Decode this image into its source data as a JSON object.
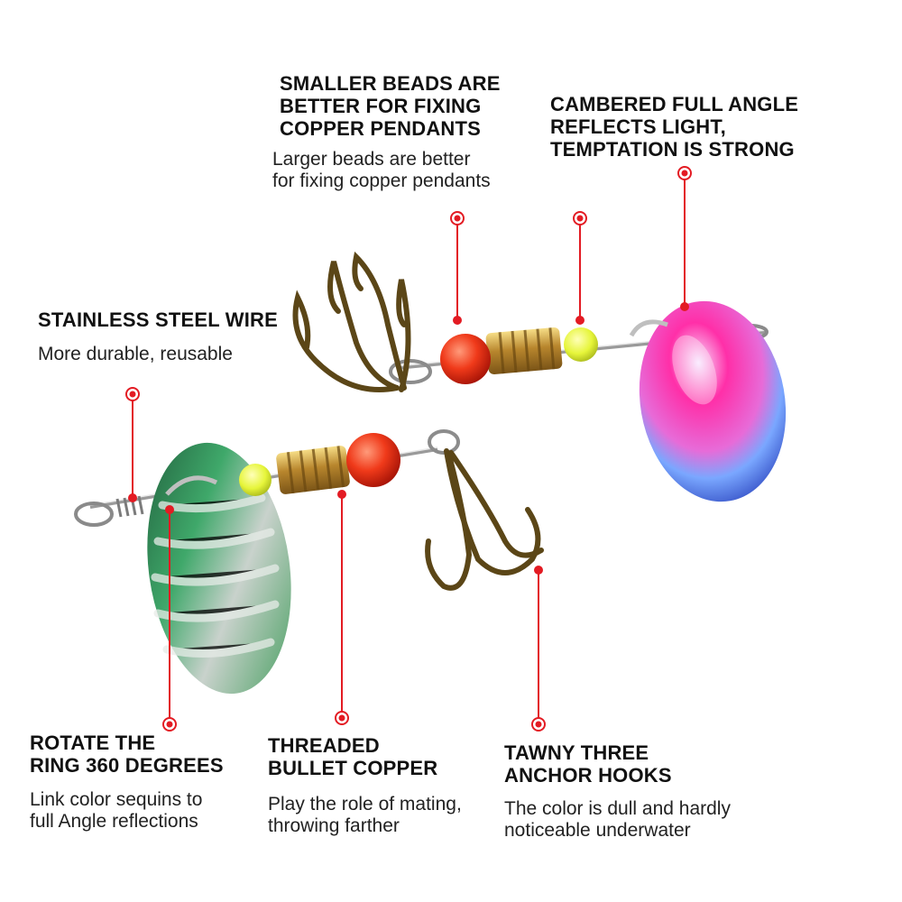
{
  "colors": {
    "callout": "#e31b23",
    "background": "#ffffff",
    "text": "#111111"
  },
  "callouts": {
    "beads": {
      "heading": "SMALLER BEADS ARE\nBETTER FOR FIXING\nCOPPER PENDANTS",
      "description": "Larger beads are better\nfor fixing copper pendants"
    },
    "cambered": {
      "heading": "CAMBERED FULL ANGLE\nREFLECTS LIGHT,\nTEMPTATION IS STRONG"
    },
    "wire": {
      "heading": "STAINLESS STEEL WIRE",
      "description": "More durable, reusable"
    },
    "rotate": {
      "heading": "ROTATE THE\nRING 360 DEGREES",
      "description": "Link color sequins to\nfull Angle reflections"
    },
    "threaded": {
      "heading": "THREADED\nBULLET COPPER",
      "description": "Play the role of mating,\nthrowing farther"
    },
    "hooks": {
      "heading": "TAWNY THREE\nANCHOR HOOKS",
      "description": "The color is dull and hardly\nnoticeable underwater"
    }
  },
  "photo": {
    "subject": "two spinner fishing lures with treble hooks",
    "lure_top_blade": "pink-blue gradient spoon blade",
    "lure_bottom_blade": "green-silver striped spoon blade"
  }
}
